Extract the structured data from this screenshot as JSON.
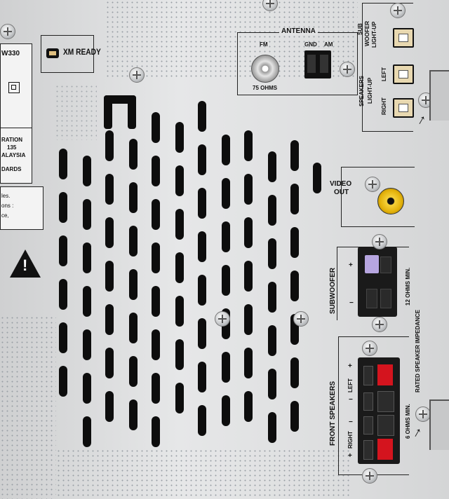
{
  "image": {
    "subject": "audio-receiver-rear-panel",
    "colors": {
      "panel": "#dedfe0",
      "vent_slot": "#0d0d0d",
      "terminal_red": "#d4141e",
      "terminal_black": "#1a1a1a",
      "subwoofer_tab": "#b7a6e0",
      "video_jack": "#f0c419",
      "connector_cream": "#e8d8b0"
    }
  },
  "left_labels": {
    "model": "W330",
    "registration": "RATION",
    "code": "135",
    "country": "ALAYSIA",
    "standards": "DARDS",
    "note_line1": "les.",
    "note_line2": "ons :",
    "note_line3": "ce,"
  },
  "xm": {
    "label": "XM READY"
  },
  "antenna": {
    "title": "ANTENNA",
    "fm": "FM",
    "gnd": "GND",
    "am": "AM",
    "impedance": "75 OHMS"
  },
  "light_up": {
    "sub_line1": "SUB",
    "sub_line2": "WOOFER",
    "sub_line3": "LIGHT-UP",
    "spk_line1": "SPEAKERS",
    "spk_line2": "LIGHT-UP",
    "left": "LEFT",
    "right": "RIGHT"
  },
  "video": {
    "line1": "VIDEO",
    "line2": "OUT"
  },
  "subwoofer": {
    "label": "SUBWOOFER",
    "plus": "+",
    "minus": "−",
    "min_ohms": "12 OHMS MIN."
  },
  "front": {
    "label": "FRONT SPEAKERS",
    "right": "RIGHT",
    "left": "LEFT",
    "plus": "+",
    "minus": "−",
    "min_ohms": "6 OHMS MIN.",
    "rated": "RATED SPEAKER IMPEDANCE"
  }
}
